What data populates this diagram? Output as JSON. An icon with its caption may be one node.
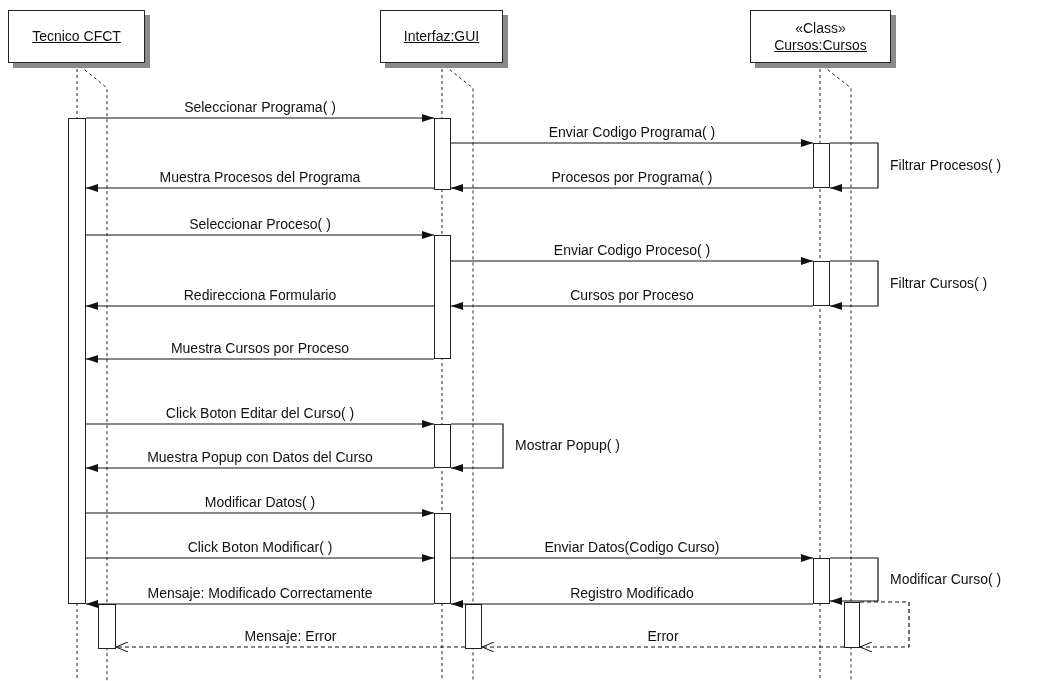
{
  "diagram": {
    "nodes": [
      {
        "text": [
          "Tecnico CFCT"
        ]
      },
      {
        "text": [
          "Interfaz:GUI"
        ]
      },
      {
        "text": [
          "«Class»",
          "Cursos:Cursos"
        ]
      },
      {
        "text": [],
        "shape": "bar"
      },
      {
        "text": [],
        "shape": "bar"
      },
      {
        "text": [],
        "shape": "bar"
      },
      {
        "text": [],
        "shape": "bar"
      },
      {
        "text": [],
        "shape": "bar"
      },
      {
        "text": [],
        "shape": "bar"
      },
      {
        "text": [],
        "shape": "bar"
      },
      {
        "text": [],
        "shape": "bar"
      },
      {
        "text": [],
        "shape": "bar"
      },
      {
        "text": [],
        "shape": "bar"
      },
      {
        "text": [],
        "shape": "bar"
      }
    ],
    "edges": [
      {
        "from": 3,
        "to": 4,
        "arrow": "to",
        "label": "Seleccionar Programa( )"
      },
      {
        "from": 4,
        "to": 5,
        "arrow": "to",
        "label": "Enviar Codigo Programa( )"
      },
      {
        "from": 5,
        "to": 5,
        "arrow": "to",
        "label": "Filtrar Procesos( )"
      },
      {
        "from": 5,
        "to": 4,
        "arrow": "to",
        "label": "Procesos por Programa( )"
      },
      {
        "from": 4,
        "to": 3,
        "arrow": "to",
        "label": "Muestra Procesos del Programa"
      },
      {
        "from": 3,
        "to": 6,
        "arrow": "to",
        "label": "Seleccionar Proceso( )"
      },
      {
        "from": 6,
        "to": 7,
        "arrow": "to",
        "label": "Enviar Codigo Proceso( )"
      },
      {
        "from": 7,
        "to": 7,
        "arrow": "to",
        "label": "Filtrar Cursos( )"
      },
      {
        "from": 7,
        "to": 6,
        "arrow": "to",
        "label": "Cursos por Proceso"
      },
      {
        "from": 6,
        "to": 3,
        "arrow": "to",
        "label": "Redirecciona Formulario"
      },
      {
        "from": 6,
        "to": 3,
        "arrow": "to",
        "label": "Muestra Cursos por Proceso"
      },
      {
        "from": 3,
        "to": 8,
        "arrow": "to",
        "label": "Click Boton Editar del Curso( )"
      },
      {
        "from": 8,
        "to": 8,
        "arrow": "to",
        "label": "Mostrar Popup( )"
      },
      {
        "from": 8,
        "to": 3,
        "arrow": "to",
        "label": "Muestra Popup con Datos del Curso"
      },
      {
        "from": 3,
        "to": 9,
        "arrow": "to",
        "label": "Modificar Datos( )"
      },
      {
        "from": 3,
        "to": 9,
        "arrow": "to",
        "label": "Click Boton Modificar( )"
      },
      {
        "from": 9,
        "to": 10,
        "arrow": "to",
        "label": "Enviar Datos(Codigo Curso)"
      },
      {
        "from": 10,
        "to": 10,
        "arrow": "to",
        "label": "Modificar Curso( )"
      },
      {
        "from": 10,
        "to": 9,
        "arrow": "to",
        "label": "Registro Modificado"
      },
      {
        "from": 9,
        "to": 3,
        "arrow": "to",
        "label": "Mensaje: Modificado Correctamente"
      },
      {
        "from": 13,
        "to": 13,
        "arrow": "to",
        "style": "dashed"
      },
      {
        "from": 13,
        "to": 12,
        "arrow": "to",
        "style": "dashed",
        "label": "Error"
      },
      {
        "from": 12,
        "to": 11,
        "arrow": "to",
        "style": "dashed",
        "label": "Mensaje: Error"
      }
    ]
  }
}
